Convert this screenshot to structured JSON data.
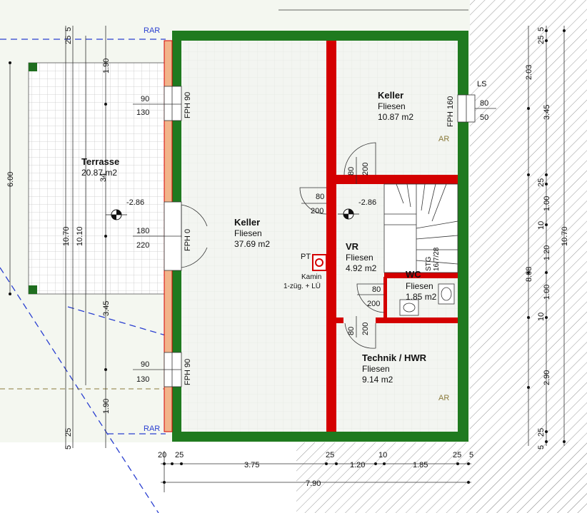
{
  "rooms": {
    "keller_main": {
      "name": "Keller",
      "floor": "Fliesen",
      "area": "37.69 m2"
    },
    "keller_right": {
      "name": "Keller",
      "floor": "Fliesen",
      "area": "10.87 m2"
    },
    "terrasse": {
      "name": "Terrasse",
      "area": "20.87 m2"
    },
    "vr": {
      "name": "VR",
      "floor": "Fliesen",
      "area": "4.92 m2"
    },
    "wc": {
      "name": "WC",
      "floor": "Fliesen",
      "area": "1.85 m2"
    },
    "technik": {
      "name": "Technik / HWR",
      "floor": "Fliesen",
      "area": "9.14 m2"
    }
  },
  "levels": {
    "terrace": "-2.86",
    "vr": "-2.86"
  },
  "labels": {
    "rar": "RAR",
    "ar": "AR",
    "ls": "LS",
    "pt": "PT",
    "kamin": "Kamin",
    "kamin_note": "1-züg. + LÜ",
    "fph90": "FPH 90",
    "fph0": "FPH 0",
    "fph160": "FPH 160",
    "stg": "STG",
    "stg_val": "16/7/28"
  },
  "openings": {
    "win_top": [
      "90",
      "130"
    ],
    "door_mid": [
      "180",
      "220"
    ],
    "win_bot": [
      "90",
      "130"
    ],
    "win_right": [
      "80",
      "50"
    ],
    "door_vr_left": [
      "80",
      "200"
    ],
    "door_keller_right": [
      "80",
      "200"
    ],
    "door_wc": [
      "80",
      "200"
    ],
    "door_technik": [
      "80",
      "200"
    ]
  },
  "dims": {
    "bottom_row1": [
      "20",
      "25",
      "3.75",
      "25",
      "1.20",
      "10",
      "1.85",
      "25",
      "5"
    ],
    "bottom_total": "7.90",
    "left_outer": [
      "25",
      "5",
      "1.90",
      "3.45",
      "1.90",
      "25",
      "5"
    ],
    "left_mid": [
      "10.70",
      "10.10",
      "6.00"
    ],
    "terrace_34": "34",
    "right_inner": [
      "25",
      "5",
      "2.03",
      "3.45",
      "25",
      "1.00",
      "10",
      "1.20",
      "1.00",
      "10",
      "2.90",
      "25",
      "5"
    ],
    "right_mid": "8.68",
    "right_outer": "10.70"
  },
  "colors": {
    "wall_outer": "#1f7a1f",
    "wall_inner": "#d40000",
    "wall_fill": "#f2b48a",
    "tile": "#cfcfcf",
    "dash_blue": "#2a3fd0",
    "dash_olive": "#8a7a3a"
  }
}
